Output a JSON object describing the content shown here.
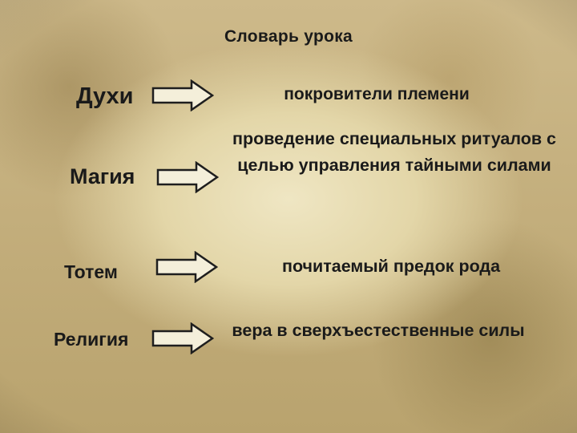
{
  "title": "Словарь урока",
  "rows": [
    {
      "term": "Духи",
      "definition": "покровители племени"
    },
    {
      "term": "Магия",
      "definition": "проведение специальных ритуалов с целью управления тайными силами"
    },
    {
      "term": "Тотем",
      "definition": "почитаемый предок рода"
    },
    {
      "term": "Религия",
      "definition": "вера в сверхъестественные силы"
    }
  ],
  "colors": {
    "arrow_fill": "#f4efda",
    "arrow_stroke": "#1e1e1e",
    "text": "#1a1a1a"
  }
}
